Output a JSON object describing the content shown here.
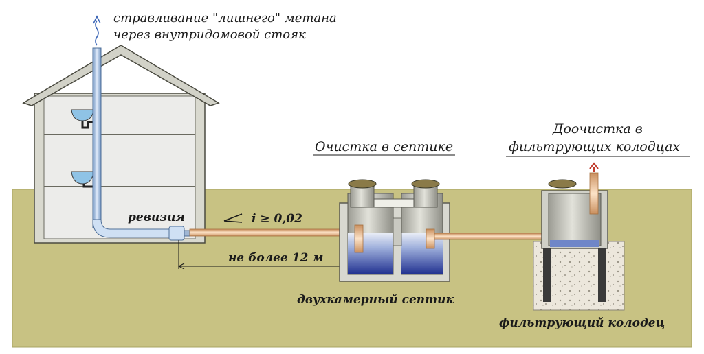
{
  "labels": {
    "vent_line1": "стравливание \"лишнего\" метана",
    "vent_line2": "через внутридомовой стояк",
    "revision": "ревизия",
    "slope": "i ≥ 0,02",
    "distance": "не более 12 м",
    "septic_cleaning": "Очистка в септике",
    "post_cleaning_line1": "Доочистка в",
    "post_cleaning_line2": "фильтрующих колодцах",
    "two_chamber_septic": "двухкамерный септик",
    "filter_well": "фильтрующий колодец"
  },
  "colors": {
    "ground": "#c8c283",
    "ground_edge": "#a9a463",
    "house_wall": "#dcdcd2",
    "house_outline": "#4a4a40",
    "pipe_vertical": "#a9c8ea",
    "pipe_horizontal": "#f1c7a1",
    "tank_concrete": "#c4c4bc",
    "water": "#2a3f9e",
    "gravel": "#ece7dc",
    "lid": "#8a7a48"
  },
  "icons": {
    "vent_arrow": "wavy-up-arrow-icon",
    "exhaust_arrow": "up-arrow-icon",
    "sink": "sink-icon",
    "revision_valve": "revision-valve-icon"
  }
}
